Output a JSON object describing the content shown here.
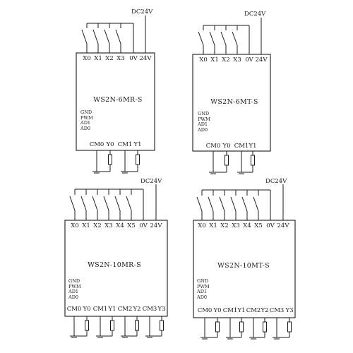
{
  "colors": {
    "line": "#1a1a1a",
    "background": "#ffffff"
  },
  "modules": [
    {
      "supply_label": "DC24V",
      "model_name": "WS2N-6MR-S",
      "input_terminals": [
        "X0",
        "X1",
        "X2",
        "X3",
        "0V",
        "24V"
      ],
      "side_labels": [
        "GND",
        "PWM",
        "AD1",
        "AD0"
      ],
      "output_terminals": [
        "CM0",
        "Y0",
        "CM1",
        "Y1"
      ]
    },
    {
      "supply_label": "DC24V",
      "model_name": "WS2N-6MT-S",
      "input_terminals": [
        "X0",
        "X1",
        "X2",
        "X3",
        "0V",
        "24V"
      ],
      "side_labels": [
        "GND",
        "PWM",
        "AD1",
        "AD0"
      ],
      "output_terminals": [
        "CM0",
        "Y0",
        "CM1",
        "Y1"
      ]
    },
    {
      "supply_label": "DC24V",
      "model_name": "WS2N-10MR-S",
      "input_terminals": [
        "X0",
        "X1",
        "X2",
        "X3",
        "X4",
        "X5",
        "0V",
        "24V"
      ],
      "side_labels": [
        "GND",
        "PWM",
        "AD1",
        "AD0"
      ],
      "output_terminals": [
        "CM0",
        "Y0",
        "CM1",
        "Y1",
        "CM2",
        "Y2",
        "CM3",
        "Y3"
      ]
    },
    {
      "supply_label": "DC24V",
      "model_name": "WS2N-10MT-S",
      "input_terminals": [
        "X0",
        "X1",
        "X2",
        "X3",
        "X4",
        "X5",
        "0V",
        "24V"
      ],
      "side_labels": [
        "GND",
        "PWM",
        "AD1",
        "AD0"
      ],
      "output_terminals": [
        "CM0",
        "Y0",
        "CM1",
        "Y1",
        "CM2",
        "Y2",
        "CM3",
        "Y3"
      ]
    }
  ]
}
